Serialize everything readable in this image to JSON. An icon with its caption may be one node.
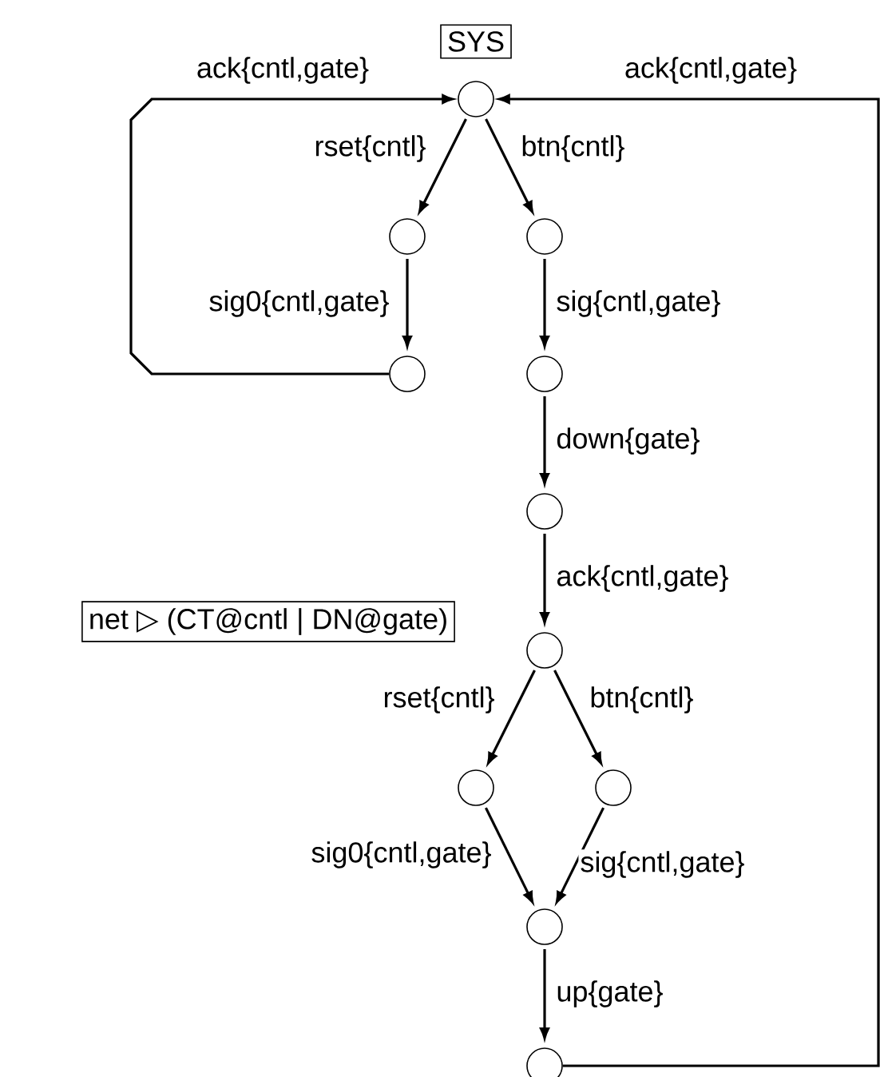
{
  "diagram": {
    "nodes": [
      {
        "text": [
          "SYS"
        ]
      },
      {
        "text": [],
        "shape": "circle"
      },
      {
        "text": [],
        "shape": "circle"
      },
      {
        "text": [],
        "shape": "circle"
      },
      {
        "text": [],
        "shape": "circle"
      },
      {
        "text": [],
        "shape": "circle"
      },
      {
        "text": [],
        "shape": "circle"
      },
      {
        "text": [
          "net ▷ (CT@cntl | DN@gate)"
        ]
      },
      {
        "text": [],
        "shape": "circle"
      },
      {
        "text": [],
        "shape": "circle"
      },
      {
        "text": [],
        "shape": "circle"
      },
      {
        "text": [],
        "shape": "circle"
      },
      {
        "text": [],
        "shape": "circle"
      }
    ],
    "edges": [
      {
        "from": 4,
        "to": 1,
        "arrow": "to",
        "label": "ack{cntl,gate}"
      },
      {
        "from": 12,
        "to": 1,
        "arrow": "to",
        "label": "ack{cntl,gate}"
      },
      {
        "from": 1,
        "to": 2,
        "arrow": "to",
        "label": "rset{cntl}"
      },
      {
        "from": 1,
        "to": 3,
        "arrow": "to",
        "label": "btn{cntl}"
      },
      {
        "from": 2,
        "to": 4,
        "arrow": "to",
        "label": "sig0{cntl,gate}"
      },
      {
        "from": 3,
        "to": 5,
        "arrow": "to",
        "label": "sig{cntl,gate}"
      },
      {
        "from": 5,
        "to": 6,
        "arrow": "to",
        "label": "down{gate}"
      },
      {
        "from": 6,
        "to": 8,
        "arrow": "to",
        "label": "ack{cntl,gate}"
      },
      {
        "from": 8,
        "to": 9,
        "arrow": "to",
        "label": "rset{cntl}"
      },
      {
        "from": 8,
        "to": 10,
        "arrow": "to",
        "label": "btn{cntl}"
      },
      {
        "from": 9,
        "to": 11,
        "arrow": "to",
        "label": "sig0{cntl,gate}"
      },
      {
        "from": 10,
        "to": 11,
        "arrow": "to",
        "label": "sig{cntl,gate}"
      },
      {
        "from": 11,
        "to": 12,
        "arrow": "to",
        "label": "up{gate}"
      }
    ]
  }
}
